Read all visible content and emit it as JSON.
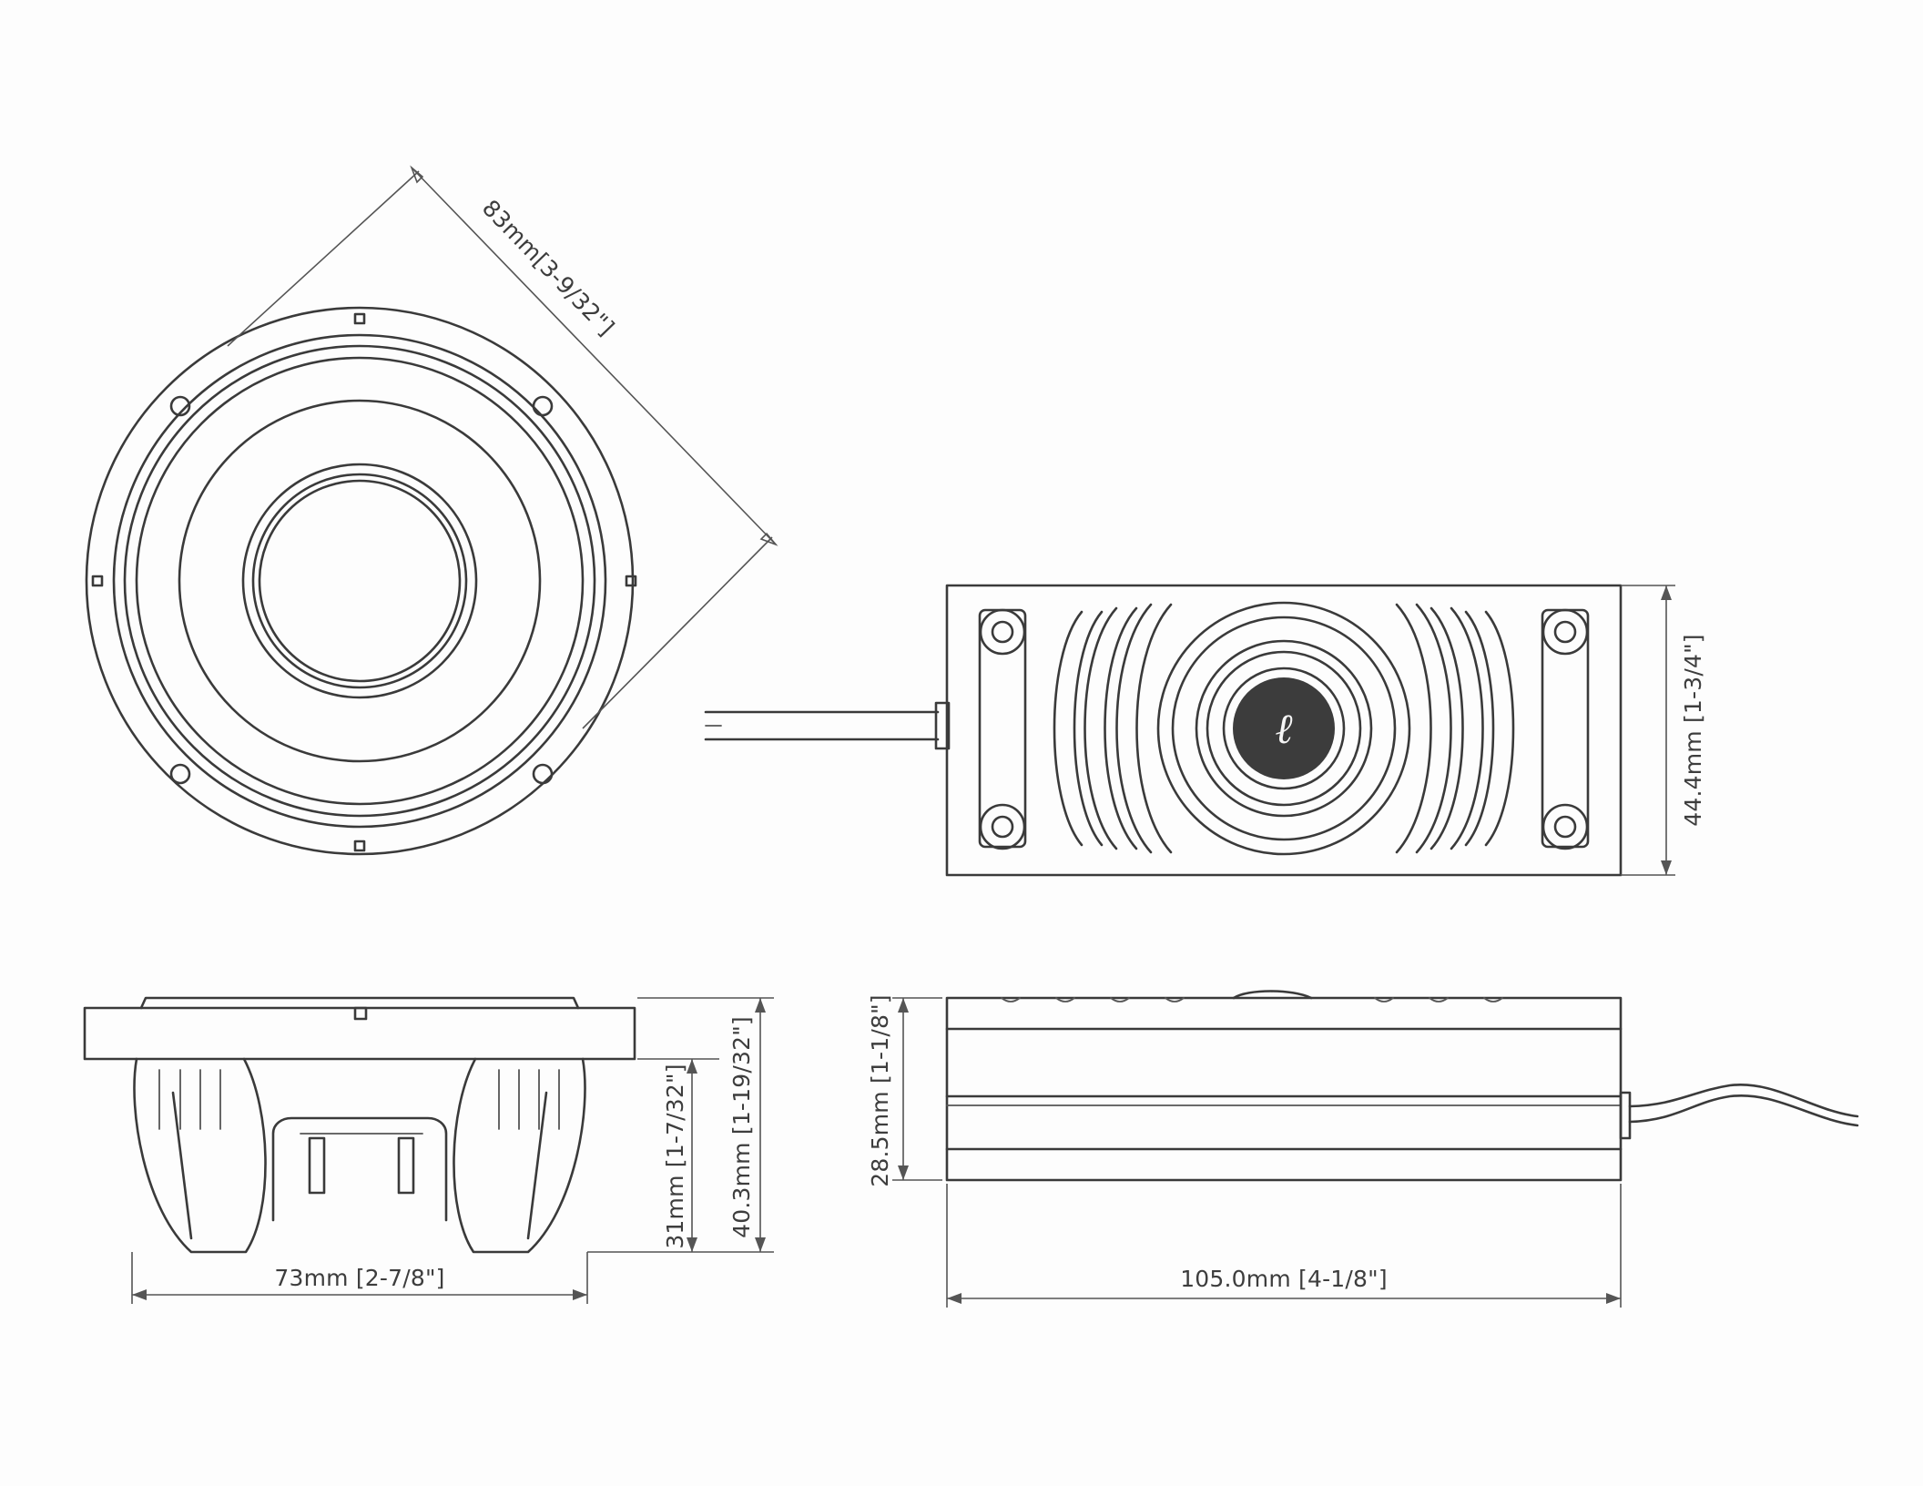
{
  "dimensions": {
    "diameter": "83mm[3-9/32\"]",
    "height_top": "44.4mm [1-3/4\"]",
    "width_bottom_left": "73mm [2-7/8\"]",
    "depth_31": "31mm [1-7/32\"]",
    "depth_403": "40.3mm [1-19/32\"]",
    "depth_285": "28.5mm [1-1/8\"]",
    "length_105": "105.0mm [4-1/8\"]"
  },
  "colors": {
    "line": "#3a3a3a",
    "background": "#fdfdfd",
    "logo": "#3c3c3c"
  }
}
